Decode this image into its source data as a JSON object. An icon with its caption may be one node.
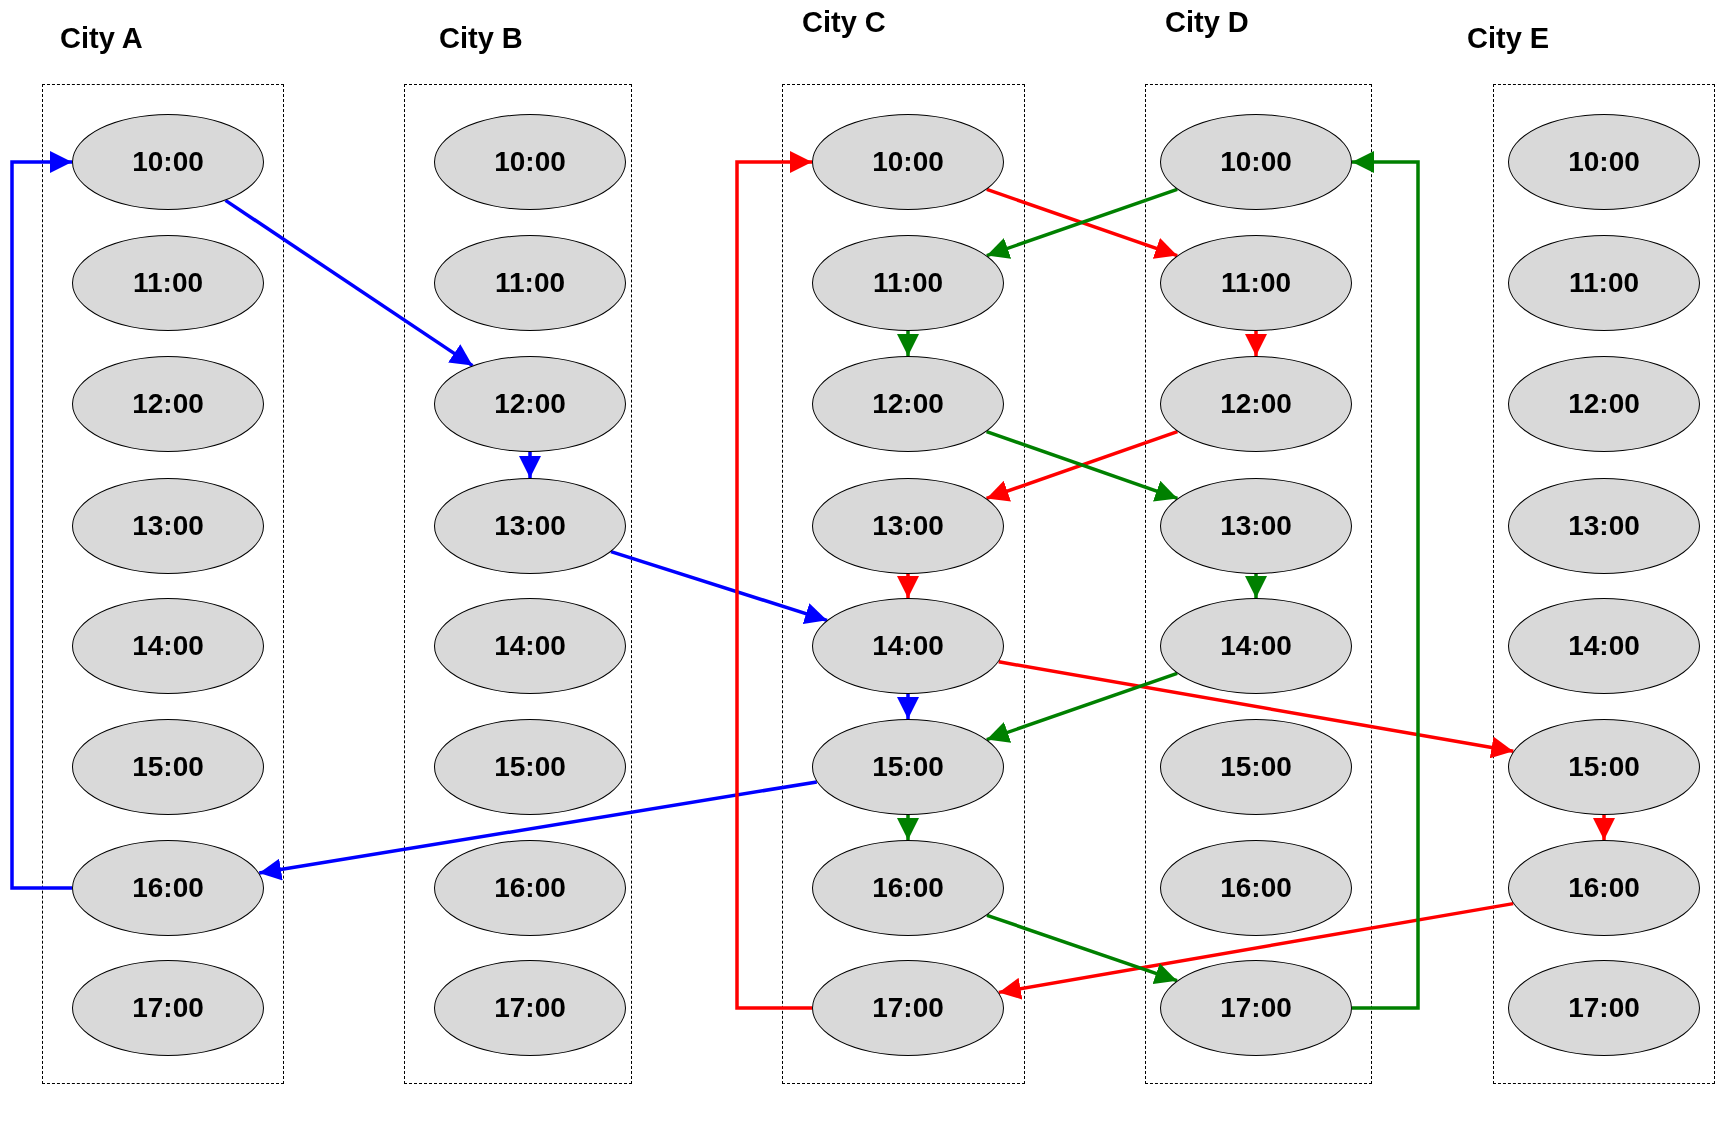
{
  "diagram": {
    "nodes": [
      {
        "text": [
          "City A"
        ]
      },
      {
        "text": [
          "10:00"
        ],
        "in": 0
      },
      {
        "text": [
          "11:00"
        ],
        "in": 0
      },
      {
        "text": [
          "12:00"
        ],
        "in": 0
      },
      {
        "text": [
          "13:00"
        ],
        "in": 0
      },
      {
        "text": [
          "14:00"
        ],
        "in": 0
      },
      {
        "text": [
          "15:00"
        ],
        "in": 0
      },
      {
        "text": [
          "16:00"
        ],
        "in": 0
      },
      {
        "text": [
          "17:00"
        ],
        "in": 0
      },
      {
        "text": [
          "City B"
        ]
      },
      {
        "text": [
          "10:00"
        ],
        "in": 9
      },
      {
        "text": [
          "11:00"
        ],
        "in": 9
      },
      {
        "text": [
          "12:00"
        ],
        "in": 9
      },
      {
        "text": [
          "13:00"
        ],
        "in": 9
      },
      {
        "text": [
          "14:00"
        ],
        "in": 9
      },
      {
        "text": [
          "15:00"
        ],
        "in": 9
      },
      {
        "text": [
          "16:00"
        ],
        "in": 9
      },
      {
        "text": [
          "17:00"
        ],
        "in": 9
      },
      {
        "text": [
          "City C"
        ]
      },
      {
        "text": [
          "10:00"
        ],
        "in": 18
      },
      {
        "text": [
          "11:00"
        ],
        "in": 18
      },
      {
        "text": [
          "12:00"
        ],
        "in": 18
      },
      {
        "text": [
          "13:00"
        ],
        "in": 18
      },
      {
        "text": [
          "14:00"
        ],
        "in": 18
      },
      {
        "text": [
          "15:00"
        ],
        "in": 18
      },
      {
        "text": [
          "16:00"
        ],
        "in": 18
      },
      {
        "text": [
          "17:00"
        ],
        "in": 18
      },
      {
        "text": [
          "City D"
        ]
      },
      {
        "text": [
          "10:00"
        ],
        "in": 27
      },
      {
        "text": [
          "11:00"
        ],
        "in": 27
      },
      {
        "text": [
          "12:00"
        ],
        "in": 27
      },
      {
        "text": [
          "13:00"
        ],
        "in": 27
      },
      {
        "text": [
          "14:00"
        ],
        "in": 27
      },
      {
        "text": [
          "15:00"
        ],
        "in": 27
      },
      {
        "text": [
          "16:00"
        ],
        "in": 27
      },
      {
        "text": [
          "17:00"
        ],
        "in": 27
      },
      {
        "text": [
          "City E"
        ]
      },
      {
        "text": [
          "10:00"
        ],
        "in": 36
      },
      {
        "text": [
          "11:00"
        ],
        "in": 36
      },
      {
        "text": [
          "12:00"
        ],
        "in": 36
      },
      {
        "text": [
          "13:00"
        ],
        "in": 36
      },
      {
        "text": [
          "14:00"
        ],
        "in": 36
      },
      {
        "text": [
          "15:00"
        ],
        "in": 36
      },
      {
        "text": [
          "16:00"
        ],
        "in": 36
      },
      {
        "text": [
          "17:00"
        ],
        "in": 36
      }
    ],
    "edges": [
      {
        "from": 1,
        "to": 12,
        "arrow": "to",
        "color": "#0000ff"
      },
      {
        "from": 12,
        "to": 13,
        "arrow": "to",
        "color": "#0000ff"
      },
      {
        "from": 13,
        "to": 23,
        "arrow": "to",
        "color": "#0000ff"
      },
      {
        "from": 23,
        "to": 24,
        "arrow": "to",
        "color": "#0000ff"
      },
      {
        "from": 24,
        "to": 7,
        "arrow": "to",
        "color": "#0000ff"
      },
      {
        "from": 7,
        "to": 1,
        "arrow": "to",
        "color": "#0000ff"
      },
      {
        "from": 19,
        "to": 29,
        "arrow": "to",
        "color": "#ff0000"
      },
      {
        "from": 29,
        "to": 30,
        "arrow": "to",
        "color": "#ff0000"
      },
      {
        "from": 30,
        "to": 22,
        "arrow": "to",
        "color": "#ff0000"
      },
      {
        "from": 22,
        "to": 23,
        "arrow": "to",
        "color": "#ff0000"
      },
      {
        "from": 23,
        "to": 42,
        "arrow": "to",
        "color": "#ff0000"
      },
      {
        "from": 42,
        "to": 43,
        "arrow": "to",
        "color": "#ff0000"
      },
      {
        "from": 43,
        "to": 26,
        "arrow": "to",
        "color": "#ff0000"
      },
      {
        "from": 26,
        "to": 19,
        "arrow": "to",
        "color": "#ff0000"
      },
      {
        "from": 28,
        "to": 20,
        "arrow": "to",
        "color": "#008000"
      },
      {
        "from": 20,
        "to": 21,
        "arrow": "to",
        "color": "#008000"
      },
      {
        "from": 21,
        "to": 31,
        "arrow": "to",
        "color": "#008000"
      },
      {
        "from": 31,
        "to": 32,
        "arrow": "to",
        "color": "#008000"
      },
      {
        "from": 32,
        "to": 24,
        "arrow": "to",
        "color": "#008000"
      },
      {
        "from": 24,
        "to": 25,
        "arrow": "to",
        "color": "#008000"
      },
      {
        "from": 25,
        "to": 35,
        "arrow": "to",
        "color": "#008000"
      },
      {
        "from": 35,
        "to": 28,
        "arrow": "to",
        "color": "#008000"
      }
    ]
  }
}
